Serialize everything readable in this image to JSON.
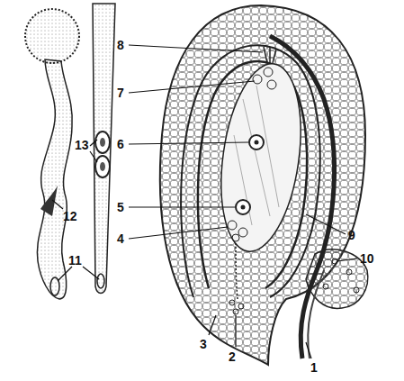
{
  "diagram": {
    "labels": [
      "8",
      "7",
      "6",
      "5",
      "4",
      "9",
      "10",
      "3",
      "2",
      "1",
      "13",
      "12",
      "11"
    ]
  }
}
